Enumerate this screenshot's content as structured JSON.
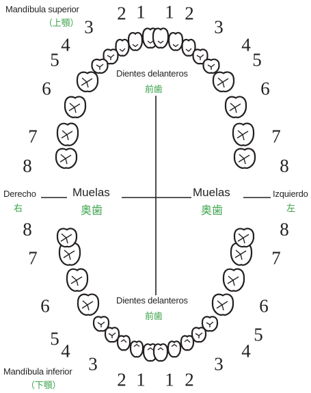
{
  "upper_jaw": {
    "label": "Mandíbula superior",
    "label_jp": "（上顎）"
  },
  "lower_jaw": {
    "label": "Mandíbula inferior",
    "label_jp": "（下顎）"
  },
  "front_teeth": {
    "label": "Dientes delanteros",
    "label_jp": "前歯"
  },
  "molars": {
    "label": "Muelas",
    "label_jp": "奥歯"
  },
  "sides": {
    "right": "Derecho",
    "right_jp": "右",
    "left": "Izquierdo",
    "left_jp": "左"
  },
  "tooth_numbers": {
    "upper_right": [
      "1",
      "2",
      "3",
      "4",
      "5",
      "6",
      "7",
      "8"
    ],
    "upper_left": [
      "1",
      "2",
      "3",
      "4",
      "5",
      "6",
      "7",
      "8"
    ],
    "lower_right": [
      "1",
      "2",
      "3",
      "4",
      "5",
      "6",
      "7",
      "8"
    ],
    "lower_left": [
      "1",
      "2",
      "3",
      "4",
      "5",
      "6",
      "7",
      "8"
    ]
  },
  "colors": {
    "text": "#231f20",
    "japanese": "#3aa24a",
    "tooth_fill": "#ffffff",
    "tooth_outline": "#231f20"
  }
}
